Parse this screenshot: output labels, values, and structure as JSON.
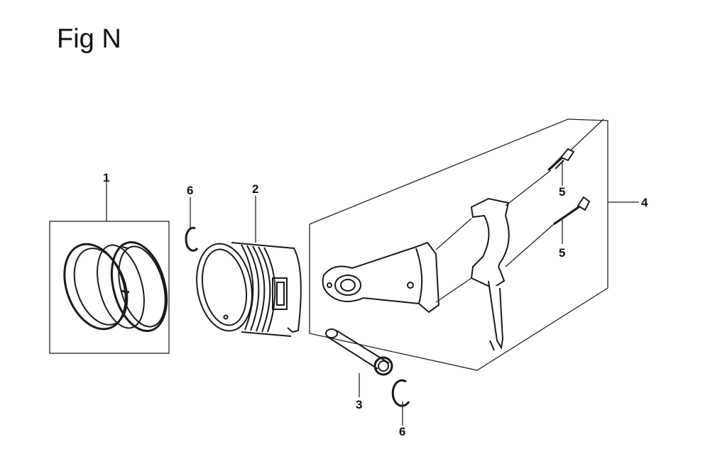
{
  "title": "Fig N",
  "callouts": {
    "piston_rings": "1",
    "piston": "2",
    "piston_pin": "3",
    "connecting_rod_assembly": "4",
    "bolt_upper": "5",
    "bolt_lower": "5",
    "clip_upper": "6",
    "clip_lower": "6"
  }
}
